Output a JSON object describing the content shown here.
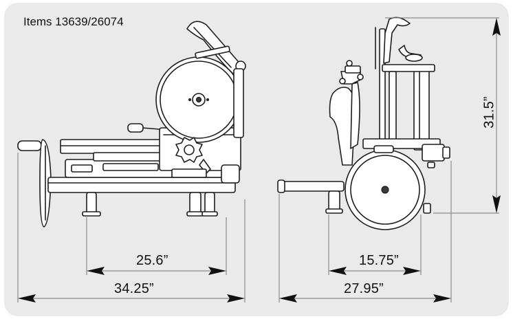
{
  "title": "Items 13639/26074",
  "dimensions": {
    "side_base": "25.6”",
    "side_overall": "34.25”",
    "front_base": "15.75”",
    "front_overall": "27.95”",
    "height": "31.5”"
  },
  "colors": {
    "panel_bg": "#eaeaea",
    "line": "#1d1d1d",
    "dimension_line": "#8a8a8a"
  }
}
